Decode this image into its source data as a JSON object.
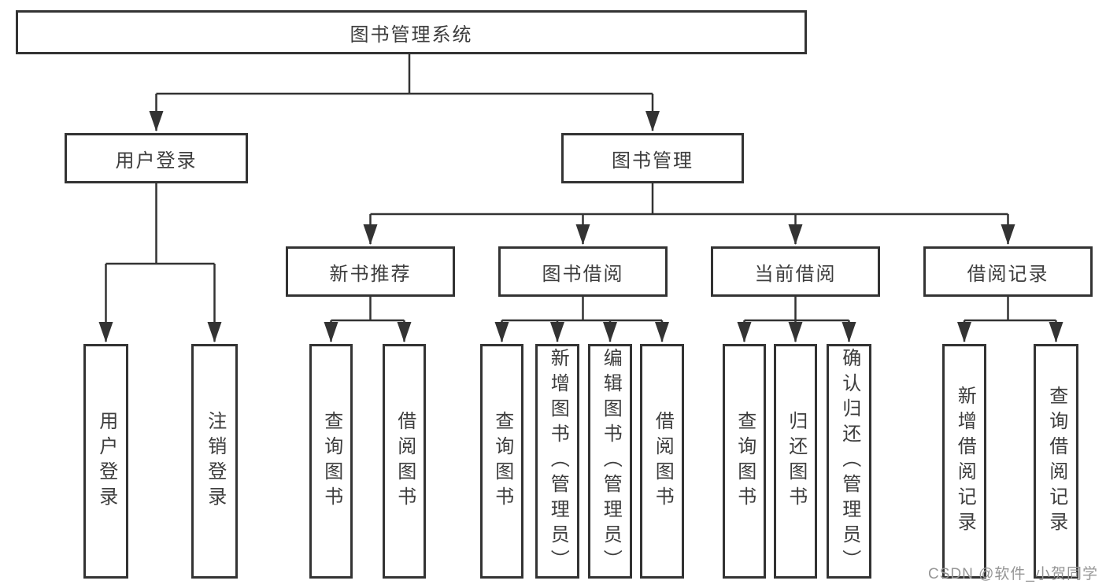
{
  "diagram_type": "hierarchy-diagram",
  "colors": {
    "background": "#ffffff",
    "line": "#333333",
    "box_border": "#333333",
    "text": "#3d3d3d",
    "watermark": "#969696"
  },
  "tree": {
    "label": "图书管理系统",
    "children": [
      {
        "label": "用户登录",
        "children": [
          {
            "label": "用户登录"
          },
          {
            "label": "注销登录"
          }
        ]
      },
      {
        "label": "图书管理",
        "children": [
          {
            "label": "新书推荐",
            "children": [
              {
                "label": "查询图书"
              },
              {
                "label": "借阅图书"
              }
            ]
          },
          {
            "label": "图书借阅",
            "children": [
              {
                "label": "查询图书"
              },
              {
                "label": "新增图书（管理员）"
              },
              {
                "label": "编辑图书（管理员）"
              },
              {
                "label": "借阅图书"
              }
            ]
          },
          {
            "label": "当前借阅",
            "children": [
              {
                "label": "查询图书"
              },
              {
                "label": "归还图书"
              },
              {
                "label": "确认归还（管理员）"
              }
            ]
          },
          {
            "label": "借阅记录",
            "children": [
              {
                "label": "新增借阅记录"
              },
              {
                "label": "查询借阅记录"
              }
            ]
          }
        ]
      }
    ]
  },
  "watermark": {
    "text": "CSDN @软件_小贺同学"
  }
}
